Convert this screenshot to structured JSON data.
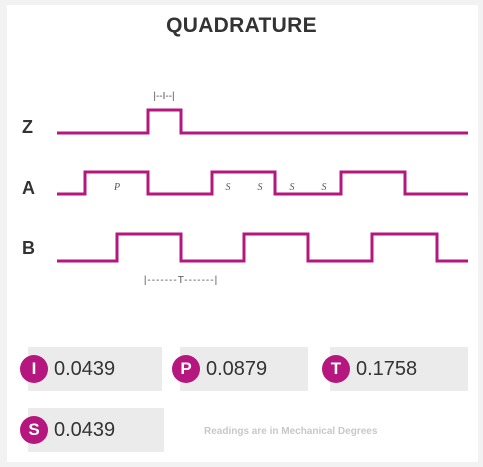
{
  "title": "QUADRATURE",
  "diagram": {
    "channel_labels": [
      "Z",
      "A",
      "B"
    ],
    "index_marker": "|--I--|",
    "pulse_label": "P",
    "state_labels": [
      "S",
      "S",
      "S",
      "S"
    ],
    "period_marker": "|-------T-------|"
  },
  "readings": [
    {
      "icon": "I",
      "value": "0.0439"
    },
    {
      "icon": "P",
      "value": "0.0879"
    },
    {
      "icon": "T",
      "value": "0.1758"
    },
    {
      "icon": "S",
      "value": "0.0439"
    }
  ],
  "note": "Readings are in Mechanical Degrees",
  "colors": {
    "signal": "#b5177e",
    "badge": "#b5177e",
    "box": "#ebebeb"
  }
}
